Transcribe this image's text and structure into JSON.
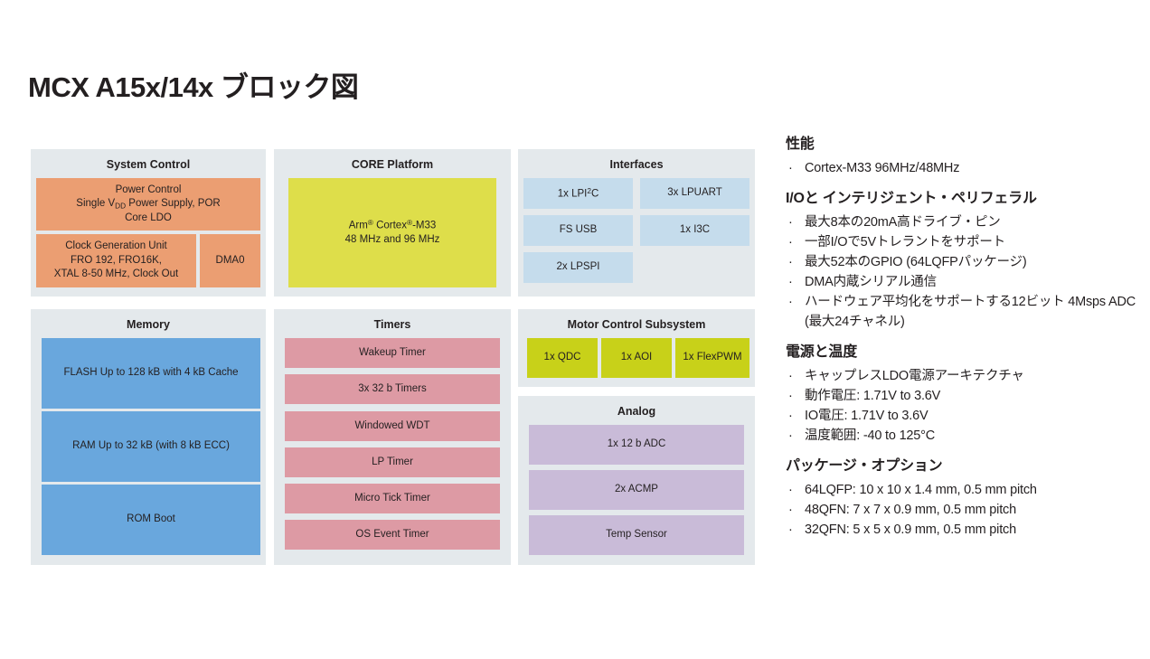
{
  "title": "MCX A15x/14x ブロック図",
  "bullet_glyph": "·",
  "colors": {
    "panel_bg": "#e4e9ec",
    "system_control": "#eb9e72",
    "core_platform": "#dede4a",
    "interfaces": "#c5dcec",
    "memory": "#69a7dd",
    "timers": "#dd9aa4",
    "motor_control": "#c8d119",
    "analog": "#c9bbd8",
    "text": "#231f20"
  },
  "diagram": {
    "system_control": {
      "title": "System Control",
      "power_control": {
        "line1": "Power Control",
        "line2_pre": "Single V",
        "line2_sub": "DD",
        "line2_post": " Power Supply, POR",
        "line3": "Core LDO"
      },
      "clock_generation": {
        "line1": "Clock Generation Unit",
        "line2": "FRO 192, FRO16K,",
        "line3": "XTAL 8-50 MHz, Clock Out"
      },
      "dma": "DMA0"
    },
    "core_platform": {
      "title": "CORE Platform",
      "core": {
        "line1_pre": "Arm",
        "line1_sup1": "®",
        "line1_mid": " Cortex",
        "line1_sup2": "®",
        "line1_post": "-M33",
        "line2": "48 MHz and 96 MHz"
      }
    },
    "interfaces": {
      "title": "Interfaces",
      "items": [
        {
          "pre": "1x LPI",
          "sup": "2",
          "post": "C"
        },
        {
          "pre": "3x LPUART",
          "sup": "",
          "post": ""
        },
        {
          "pre": "FS USB",
          "sup": "",
          "post": ""
        },
        {
          "pre": "1x I3C",
          "sup": "",
          "post": ""
        },
        {
          "pre": "2x LPSPI",
          "sup": "",
          "post": ""
        }
      ]
    },
    "memory": {
      "title": "Memory",
      "items": [
        "FLASH Up to 128 kB with 4 kB Cache",
        "RAM Up to 32 kB (with 8 kB ECC)",
        "ROM Boot"
      ]
    },
    "timers": {
      "title": "Timers",
      "items": [
        "Wakeup Timer",
        "3x 32 b Timers",
        "Windowed WDT",
        "LP Timer",
        "Micro Tick Timer",
        "OS Event Timer"
      ]
    },
    "motor_control": {
      "title": "Motor Control Subsystem",
      "items": [
        "1x QDC",
        "1x AOI",
        "1x FlexPWM"
      ]
    },
    "analog": {
      "title": "Analog",
      "items": [
        "1x 12 b ADC",
        "2x ACMP",
        "Temp Sensor"
      ]
    }
  },
  "specs": [
    {
      "heading": "性能",
      "items": [
        {
          "text": "Cortex-M33 96MHz/48MHz",
          "cont": ""
        }
      ]
    },
    {
      "heading": "I/Oと インテリジェント・ペリフェラル",
      "items": [
        {
          "text": "最大8本の20mA高ドライブ・ピン",
          "cont": ""
        },
        {
          "text": "一部I/Oで5Vトレラントをサポート",
          "cont": ""
        },
        {
          "text": "最大52本のGPIO (64LQFPパッケージ)",
          "cont": ""
        },
        {
          "text": "DMA内蔵シリアル通信",
          "cont": ""
        },
        {
          "text": "ハードウェア平均化をサポートする12ビット 4Msps ADC",
          "cont": "(最大24チャネル)"
        }
      ]
    },
    {
      "heading": "電源と温度",
      "items": [
        {
          "text": "キャップレスLDO電源アーキテクチャ",
          "cont": ""
        },
        {
          "text": "動作電圧: 1.71V to 3.6V",
          "cont": ""
        },
        {
          "text": "IO電圧: 1.71V to 3.6V",
          "cont": ""
        },
        {
          "text": "温度範囲: -40 to 125°C",
          "cont": ""
        }
      ]
    },
    {
      "heading": "パッケージ・オプション",
      "items": [
        {
          "text": "64LQFP: 10 x 10 x 1.4 mm, 0.5 mm pitch",
          "cont": ""
        },
        {
          "text": "48QFN: 7 x 7 x 0.9 mm, 0.5 mm pitch",
          "cont": ""
        },
        {
          "text": "32QFN: 5 x 5 x 0.9 mm, 0.5 mm pitch",
          "cont": ""
        }
      ]
    }
  ]
}
